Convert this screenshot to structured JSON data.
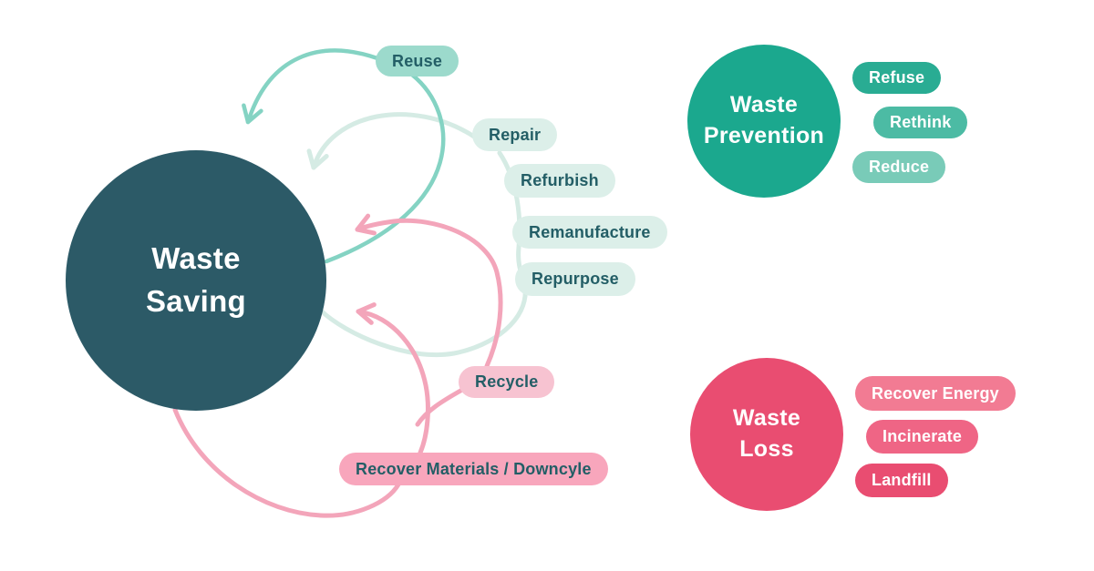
{
  "palette": {
    "background": "#FFFFFF",
    "dark_teal": "#2C5A67",
    "ink_teal": "#235E66",
    "teal_solid": "#1BA88E",
    "teal_pill_medium": "#9CDACC",
    "teal_pill_light": "#DCEFE9",
    "arc_teal": "#84D3C3",
    "arc_teal_light": "#D5EBE4",
    "pink_solid": "#E94D71",
    "pink_pill_light": "#F7C3D1",
    "pink_pill_medium": "#F8A6BC",
    "arc_pink": "#F3A5BA",
    "pill_teal_1": "#29AC93",
    "pill_teal_2": "#4CBBA4",
    "pill_teal_3": "#79CBB8",
    "pill_pink_1": "#F27B93",
    "pill_pink_2": "#EF6585",
    "pill_pink_3": "#E94D71"
  },
  "waste_saving": {
    "line1": "Waste",
    "line2": "Saving"
  },
  "cycle_pills": {
    "reuse": "Reuse",
    "repair": "Repair",
    "refurbish": "Refurbish",
    "remanufacture": "Remanufacture",
    "repurpose": "Repurpose",
    "recycle": "Recycle",
    "recover_materials": "Recover Materials / Downcyle"
  },
  "waste_prevention": {
    "line1": "Waste",
    "line2": "Prevention",
    "pills": [
      "Refuse",
      "Rethink",
      "Reduce"
    ]
  },
  "waste_loss": {
    "line1": "Waste",
    "line2": "Loss",
    "pills": [
      "Recover Energy",
      "Incinerate",
      "Landfill"
    ]
  }
}
